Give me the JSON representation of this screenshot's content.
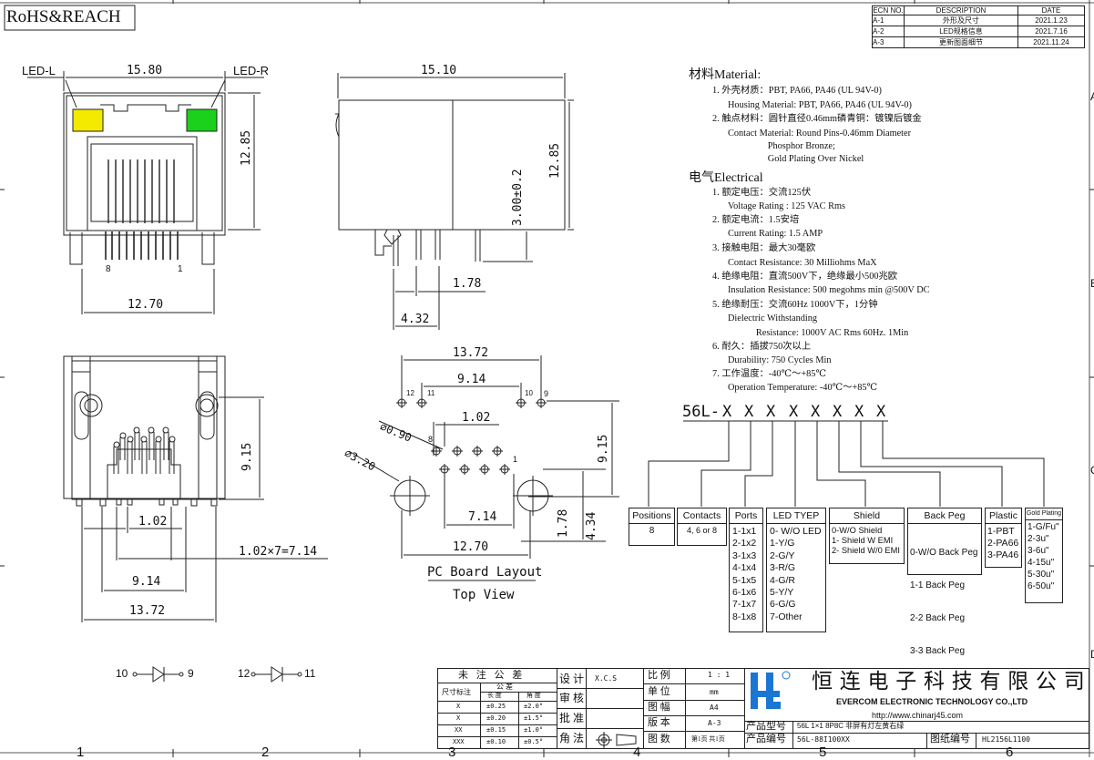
{
  "header": {
    "rohs": "RoHS&REACH"
  },
  "revisions": {
    "headers": [
      "ECN NO.",
      "DESCRIPTION",
      "DATE"
    ],
    "rows": [
      {
        "ecn": "A-1",
        "desc": "外形及尺寸",
        "date": "2021.1.23"
      },
      {
        "ecn": "A-2",
        "desc": "LED规格信息",
        "date": "2021.7.16"
      },
      {
        "ecn": "A-3",
        "desc": "更新图面细节",
        "date": "2021.11.24"
      }
    ]
  },
  "front_view": {
    "led_left": "LED-L",
    "led_right": "LED-R",
    "width": "15.80",
    "height": "12.85",
    "pin_spacing": "12.70",
    "pin8": "8",
    "pin1": "1",
    "led_left_color": "#f4ea00",
    "led_right_color": "#1bd11b"
  },
  "side_view": {
    "depth": "15.10",
    "height": "12.85",
    "pin_height": "3.00±0.2",
    "offset1": "1.78",
    "offset2": "4.32"
  },
  "bottom_view": {
    "height": "9.15",
    "pitch": "1.02",
    "pitch_total": "1.02×7=7.14",
    "span1": "9.14",
    "span2": "13.72"
  },
  "pcb_layout": {
    "d1": "13.72",
    "d2": "9.14",
    "d3": "1.02",
    "d4": "9.15",
    "hole_small": "⌀0.90",
    "hole_big": "⌀3.20",
    "d5": "7.14",
    "d6": "12.70",
    "d7": "1.78",
    "d8": "4.34",
    "pin12": "12",
    "pin11": "11",
    "pin10": "10",
    "pin9": "9",
    "pin8": "8",
    "pin1": "1",
    "title": "PC Board Layout",
    "subtitle": "Top View"
  },
  "led_schematic": {
    "a1": "10",
    "b1": "9",
    "a2": "12",
    "b2": "11"
  },
  "material": {
    "heading": "材料Material:",
    "items": [
      {
        "num": "1.",
        "cn": "外壳材质：PBT, PA66, PA46 (UL 94V-0)",
        "en": [
          "Housing Material: PBT, PA66, PA46 (UL 94V-0)"
        ]
      },
      {
        "num": "2.",
        "cn": "触点材料：圆针直径0.46mm磷青铜：镀镍后镀金",
        "en": [
          "Contact Material: Round Pins-0.46mm Diameter",
          "                 Phosphor Bronze;",
          "                 Gold Plating Over Nickel"
        ]
      }
    ]
  },
  "electrical": {
    "heading": "电气Electrical",
    "items": [
      {
        "num": "1.",
        "cn": "额定电压：交流125伏",
        "en": [
          "Voltage Rating : 125 VAC Rms"
        ]
      },
      {
        "num": "2.",
        "cn": "额定电流：1.5安培",
        "en": [
          "Current Rating: 1.5 AMP"
        ]
      },
      {
        "num": "3.",
        "cn": "接触电阻：最大30毫欧",
        "en": [
          "Contact Resistance: 30 Milliohms MaX"
        ]
      },
      {
        "num": "4.",
        "cn": "绝缘电阻：直流500V下，绝缘最小500兆欧",
        "en": [
          "Insulation Resistance: 500 megohms min @500V DC"
        ]
      },
      {
        "num": "5.",
        "cn": "绝缘耐压：交流60Hz 1000V下，1分钟",
        "en": [
          "Dielectric Withstanding",
          "            Resistance: 1000V AC Rms 60Hz. 1Min"
        ]
      },
      {
        "num": "6.",
        "cn": "耐久：插拔750次以上",
        "en": [
          "Durability: 750 Cycles Min"
        ]
      },
      {
        "num": "7.",
        "cn": "工作温度：-40℃～+85℃",
        "en": [
          "Operation Temperature: -40℃～+85℃"
        ]
      }
    ]
  },
  "part_number": {
    "prefix": "56L-",
    "placeholders": [
      "X",
      "X",
      "X",
      "X",
      "X",
      "X",
      "X",
      "X"
    ],
    "options": [
      {
        "title": "Positions",
        "lines": [
          "8"
        ]
      },
      {
        "title": "Contacts",
        "lines": [
          "4, 6 or 8"
        ]
      },
      {
        "title": "Ports",
        "lines": [
          "1-1x1",
          "2-1x2",
          "3-1x3",
          "4-1x4",
          "5-1x5",
          "6-1x6",
          "7-1x7",
          "8-1x8"
        ]
      },
      {
        "title": "LED TYEP",
        "lines": [
          "0- W/O LED",
          "1-Y/G",
          "2-G/Y",
          "3-R/G",
          "4-G/R",
          "5-Y/Y",
          "6-G/G",
          "7-Other"
        ]
      },
      {
        "title": "Shield",
        "lines": [
          "0-W/O Shield",
          "1- Shield W EMI",
          "2- Shield W/0 EMI"
        ]
      },
      {
        "title": "Back Peg",
        "lines": [
          "0-W/O  Back Peg",
          "1-1 Back Peg",
          "2-2 Back Peg",
          "3-3 Back Peg"
        ]
      },
      {
        "title": "Plastic",
        "lines": [
          "1-PBT",
          "2-PA66",
          "3-PA46"
        ]
      },
      {
        "title": "Gold Plating",
        "lines": [
          "1-G/Fu\"",
          "2-3u\"",
          "3-6u\"",
          "4-15u\"",
          "5-30u\"",
          "6-50u\""
        ]
      }
    ]
  },
  "title_block": {
    "tol_title": "未 注 公 差",
    "size_label": "尺寸标注",
    "gongcha": "公    差",
    "len": "长 度",
    "ang": "角 度",
    "tol_rows": [
      {
        "k": "X",
        "l": "±0.25",
        "a": "±2.0°"
      },
      {
        "k": "X",
        "l": "±0.20",
        "a": "±1.5°"
      },
      {
        "k": "XX",
        "l": "±0.15",
        "a": "±1.0°"
      },
      {
        "k": "XXX",
        "l": "±0.10",
        "a": "±0.5°"
      }
    ],
    "design_label": "设 计",
    "design_value": "X.C.S",
    "review_label": "审 核",
    "approve_label": "批 准",
    "projection_label": "角 法",
    "scale_label": "比 例",
    "scale_value": "1 : 1",
    "unit_label": "单 位",
    "unit_value": "mm",
    "size_label2": "图 幅",
    "size_value": "A4",
    "version_label": "版 本",
    "version_value": "A-3",
    "count_label": "图 数",
    "count_value": "第1页 共1页",
    "company_cn": "恒 连 电 子 科 技 有 限 公 司",
    "company_en": "EVERCOM ELECTRONIC TECHNOLOGY CO.,LTD",
    "website": "http://www.chinarj45.com",
    "model_label": "产品型号",
    "model_value": "56L 1×1 8P8C 非屏有灯左黄右绿",
    "code_label": "产品编号",
    "code_value": "56L-88I100XX",
    "drawing_label": "图纸编号",
    "drawing_value": "HL2156L1100",
    "logo_color": "#1976d2"
  },
  "zones": {
    "bottom": [
      "1",
      "2",
      "3",
      "4",
      "5",
      "6"
    ],
    "right": [
      "A",
      "B",
      "C",
      "D"
    ]
  }
}
